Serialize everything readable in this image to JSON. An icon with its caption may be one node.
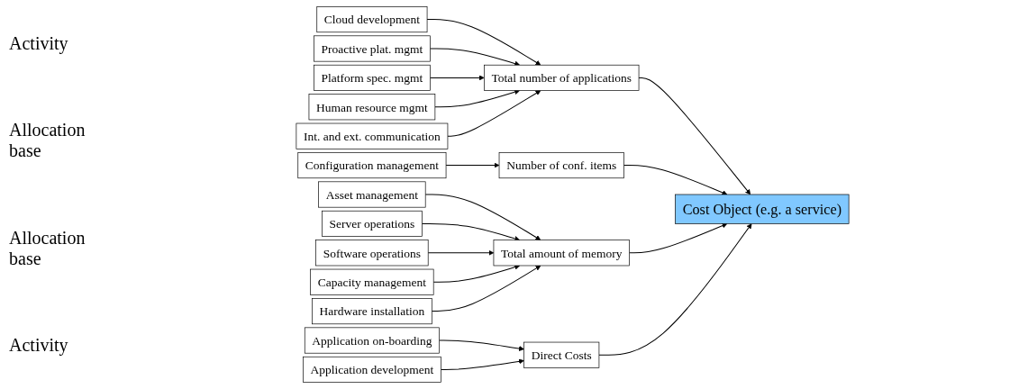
{
  "diagram": {
    "nodes": [
      {
        "text": [
          "Cloud development"
        ]
      },
      {
        "text": [
          "Proactive plat. mgmt"
        ]
      },
      {
        "text": [
          "Platform spec. mgmt"
        ]
      },
      {
        "text": [
          "Human resource mgmt"
        ]
      },
      {
        "text": [
          "Int. and ext. communication"
        ]
      },
      {
        "text": [
          "Configuration management"
        ]
      },
      {
        "text": [
          "Total number of applications"
        ]
      },
      {
        "text": [
          "Number of conf. items"
        ]
      },
      {
        "text": [
          "Cost Object (e.g. a service)"
        ]
      },
      {
        "text": [
          "Total amount of memory"
        ]
      },
      {
        "text": [
          "Direct Costs"
        ]
      },
      {
        "text": [
          "Asset management"
        ]
      },
      {
        "text": [
          "Server operations"
        ]
      },
      {
        "text": [
          "Software operations"
        ]
      },
      {
        "text": [
          "Capacity management"
        ]
      },
      {
        "text": [
          "Hardware installation"
        ]
      },
      {
        "text": [
          "Application on-boarding"
        ]
      },
      {
        "text": [
          "Application development"
        ]
      }
    ],
    "edges": [
      {
        "from": 0,
        "to": 6,
        "arrow": "to"
      },
      {
        "from": 1,
        "to": 6,
        "arrow": "to"
      },
      {
        "from": 2,
        "to": 6,
        "arrow": "to"
      },
      {
        "from": 3,
        "to": 6,
        "arrow": "to"
      },
      {
        "from": 4,
        "to": 6,
        "arrow": "to"
      },
      {
        "from": 5,
        "to": 7,
        "arrow": "to"
      },
      {
        "from": 6,
        "to": 8,
        "arrow": "to"
      },
      {
        "from": 7,
        "to": 8,
        "arrow": "to"
      },
      {
        "from": 9,
        "to": 8,
        "arrow": "to"
      },
      {
        "from": 10,
        "to": 8,
        "arrow": "to"
      },
      {
        "from": 11,
        "to": 9,
        "arrow": "to"
      },
      {
        "from": 12,
        "to": 9,
        "arrow": "to"
      },
      {
        "from": 13,
        "to": 9,
        "arrow": "to"
      },
      {
        "from": 14,
        "to": 9,
        "arrow": "to"
      },
      {
        "from": 15,
        "to": 9,
        "arrow": "to"
      },
      {
        "from": 16,
        "to": 10,
        "arrow": "to"
      },
      {
        "from": 17,
        "to": 10,
        "arrow": "to"
      }
    ],
    "labels": [
      "Activity",
      "Allocation base",
      "Allocation base",
      "Activity"
    ]
  }
}
